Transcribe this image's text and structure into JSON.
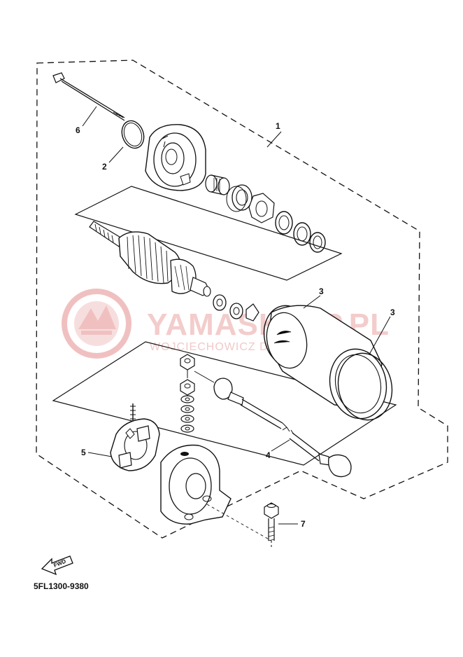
{
  "diagram": {
    "part_code": "5FL1300-9380",
    "fwd_label": "FWD",
    "callouts": {
      "c1": "1",
      "c2": "2",
      "c3a": "3",
      "c3b": "3",
      "c4": "4",
      "c5": "5",
      "c6": "6",
      "c7": "7"
    }
  },
  "watermark": {
    "main": "YAMASKLEP.PL",
    "sub": "WOJCIECHOWICZ DEALER YAMAHA",
    "color": "#e9a3a3"
  }
}
